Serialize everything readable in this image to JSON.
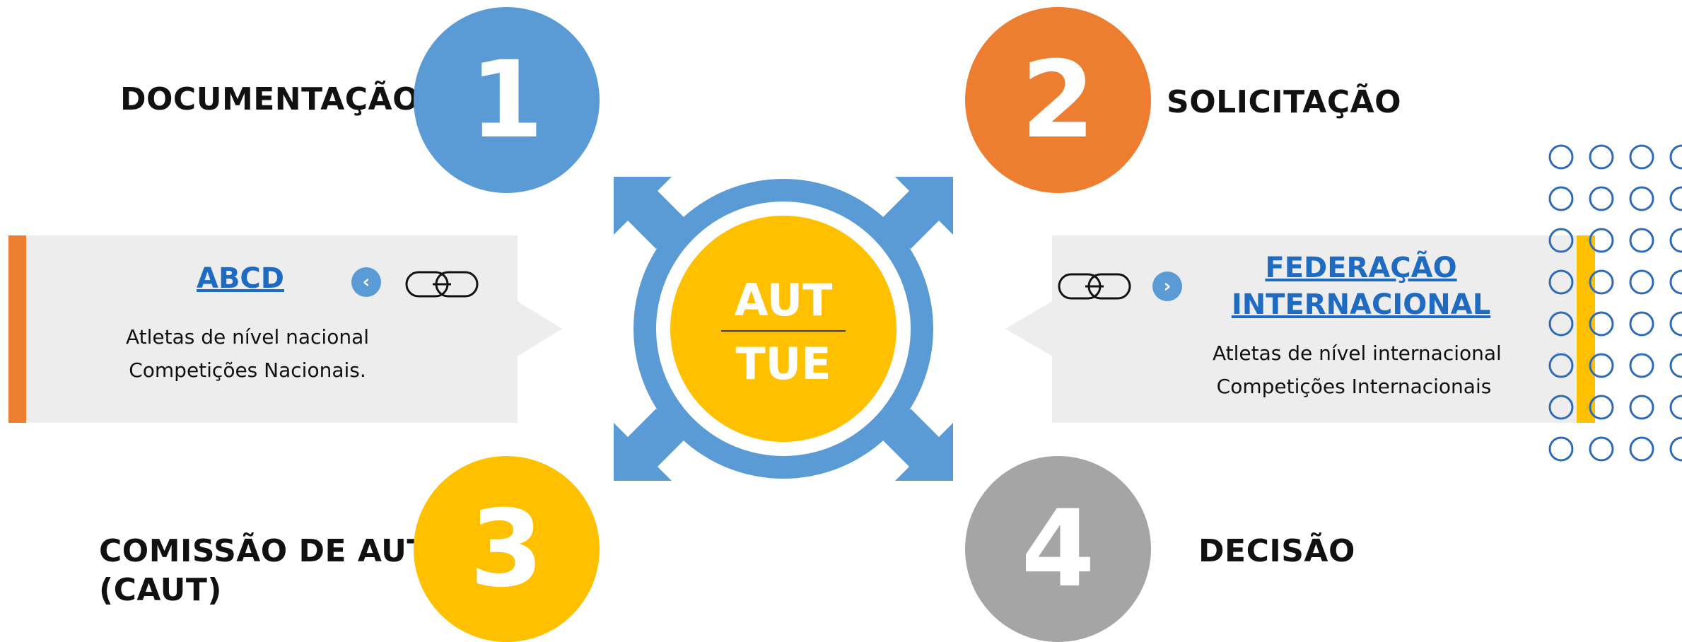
{
  "steps": [
    {
      "number": "1",
      "label": "DOCUMENTAÇÃO",
      "color": "#5b9bd5"
    },
    {
      "number": "2",
      "label": "SOLICITAÇÃO",
      "color": "#ed7d31"
    },
    {
      "number": "3",
      "label_line1": "COMISSÃO DE AUT",
      "label_line2": "(CAUT)",
      "color": "#ffc000"
    },
    {
      "number": "4",
      "label": "DECISÃO",
      "color": "#a5a5a5"
    }
  ],
  "center": {
    "top": "AUT",
    "bottom": "TUE",
    "ring_color": "#5b9bd5",
    "fill_color": "#ffc000"
  },
  "cards": {
    "left": {
      "link": "ABCD",
      "line1": "Atletas de nível nacional",
      "line2": "Competições Nacionais.",
      "accent": "#ed7d31",
      "nav_icon": "‹"
    },
    "right": {
      "link_line1": "FEDERAÇÃO",
      "link_line2": "INTERNACIONAL",
      "line1": "Atletas de nível internacional",
      "line2": "Competições Internacionais",
      "accent": "#ffc000",
      "nav_icon": "›"
    }
  }
}
